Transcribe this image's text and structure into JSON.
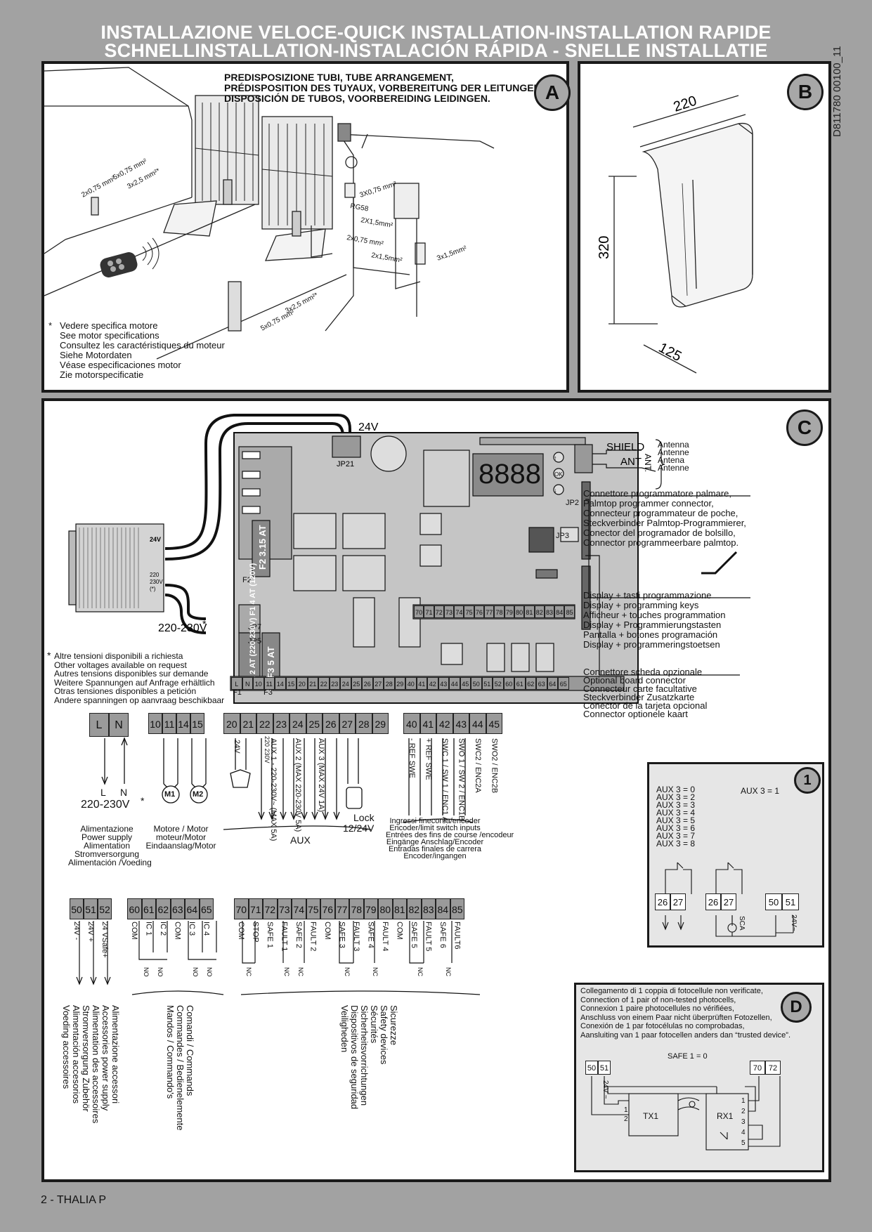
{
  "header": {
    "title_line1": "INSTALLAZIONE VELOCE-QUICK INSTALLATION-INSTALLATION RAPIDE",
    "title_line2": "SCHNELLINSTALLATION-INSTALACIÓN RÁPIDA - SNELLE INSTALLATIE",
    "doc_code": "D811780 00100_11"
  },
  "panel_a": {
    "badge": "A",
    "heading": [
      "PREDISPOSIZIONE TUBI, TUBE ARRANGEMENT,",
      "PRÉDISPOSITION DES TUYAUX, VORBEREITUNG DER LEITUNGEN,",
      "DISPOSICIÓN DE TUBOS, VOORBEREIDING LEIDINGEN."
    ],
    "cables": [
      "2x0,75 mm²",
      "5x0,75 mm²",
      "3x2,5 mm²*",
      "3X0,75 mm²",
      "RG58",
      "2X1,5mm²",
      "2x0,75 mm²",
      "2x1,5mm²",
      "3x1,5mm²",
      "3x2,5 mm²*",
      "5x0,75 mm²"
    ],
    "note_star": "*",
    "notes": [
      "Vedere specifica motore",
      "See motor specifications",
      "Consultez les caractéristiques du moteur",
      "Siehe Motordaten",
      "Véase especificaciones motor",
      "Zie motorspecificatie"
    ]
  },
  "panel_b": {
    "badge": "B",
    "dims": {
      "width": "220",
      "height": "320",
      "depth": "125"
    }
  },
  "panel_c": {
    "badge": "C",
    "voltage_24": "24V",
    "jp21": "JP21",
    "display": "8888",
    "shield": "SHIELD",
    "ant": "ANT",
    "ant_vert": "ANT.",
    "antenna": [
      "Antenna",
      "Antenne",
      "Antena",
      "Antenne"
    ],
    "palmtop": [
      "Connettore programmatore palmare,",
      "Palmtop programmer connector,",
      "Connecteur programmateur de poche,",
      "Steckverbinder Palmtop-Programmierer,",
      "Conector del programador de bolsillo,",
      "Connector programmeerbare palmtop."
    ],
    "display_keys": [
      "Display + tasti programmazione",
      "Display + programming keys",
      "Afficheur + touches programmation",
      "Display + Programmierungstasten",
      "Pantalla + botones programación",
      "Display + programmeringstoetsen"
    ],
    "optional": [
      "Connettore scheda opzionale",
      "Optional board connector",
      "Connecteur carte facultative",
      "Steckverbinder Zusatzkarte",
      "Conector de la tarjeta opcional",
      "Connector optionele kaart"
    ],
    "fuse_f2": "F2 3.15 AT",
    "fuse_f1": "F1 2 AT (220-230V) F1 4 AT (120V)",
    "fuse_f3": "F3 5 AT",
    "transformer_24v": "24V",
    "transformer_220": "220",
    "transformer_230": "230V",
    "transformer_star": "(*)",
    "mains": "220-230V",
    "star": "*",
    "other_voltages": [
      "Altre tensioni disponibili a richiesta",
      "Other voltages available on request",
      "Autres tensions disponibles sur demande",
      "Weitere Spannungen auf Anfrage erhältlich",
      "Otras tensiones disponibles a petición",
      "Andere spanningen op aanvraag beschikbaar"
    ],
    "board_terminals_top": [
      "70",
      "71",
      "72",
      "73",
      "74",
      "75",
      "76",
      "77",
      "78",
      "79",
      "80",
      "81",
      "82",
      "83",
      "84",
      "85"
    ],
    "board_terminals_bottom": [
      "L",
      "N",
      "10",
      "11",
      "14",
      "15",
      "20",
      "21",
      "22",
      "23",
      "24",
      "25",
      "26",
      "27",
      "28",
      "29",
      "40",
      "41",
      "42",
      "43",
      "44",
      "45",
      "50",
      "51",
      "52",
      "60",
      "61",
      "62",
      "63",
      "64",
      "65"
    ],
    "jp_labels": [
      "JP7",
      "JP5",
      "JP3",
      "JP2",
      "F1",
      "F2",
      "F3"
    ],
    "keys": [
      "↑",
      "OK",
      "↓"
    ]
  },
  "terminals": {
    "ln": [
      "L",
      "N"
    ],
    "motors": [
      "10",
      "11",
      "14",
      "15"
    ],
    "aux": [
      "20",
      "21",
      "22",
      "23",
      "24",
      "25",
      "26",
      "27",
      "28",
      "29"
    ],
    "switches": [
      "40",
      "41",
      "42",
      "43",
      "44",
      "45"
    ],
    "power": [
      "50",
      "51",
      "52"
    ],
    "commands": [
      "60",
      "61",
      "62",
      "63",
      "64",
      "65"
    ],
    "safety": [
      "70",
      "71",
      "72",
      "73",
      "74",
      "75",
      "76",
      "77",
      "78",
      "79",
      "80",
      "81",
      "82",
      "83",
      "84",
      "85"
    ]
  },
  "labels": {
    "l": "L",
    "n": "N",
    "mains": "220-230V",
    "m1": "M1",
    "m2": "M2",
    "alimentazione": [
      "Alimentazione",
      "Power supply",
      "Alimentation",
      "Stromversorgung",
      "Alimentación /Voeding"
    ],
    "motore": [
      "Motore / Motor",
      "moteur/Motor",
      "Eindaanslag/Motor"
    ],
    "aux_24": "24V",
    "aux_1": "AUX 1 - 220-230V~ (MAX 5A)",
    "aux_2": "AUX 2 (MAX 220-230V 5A)",
    "aux_3": "AUX 3 (MAX 24V 1A)",
    "aux_warn": "220 230V",
    "lock": "Lock",
    "lock_v": "12/24V",
    "aux": "AUX",
    "switch_labels": [
      "- REF SWE",
      "+ REF SWE",
      "SWC 1 / SW 1 / ENC1 A",
      "SWO 1 / SW 2 / ENC1B",
      "SWC2 / ENC2A",
      "SWO2 / ENC2B"
    ],
    "ingressi": [
      "Ingressi finecorsa/encoder",
      "Encoder/limit switch inputs",
      "Entrées des fins de course /encodeur",
      "Eingänge Anschlag/Encoder",
      "Entradas finales de carrera",
      "Encoder/ingangen"
    ],
    "power_labels": [
      "24V -",
      "24V +",
      "24 VSafe+"
    ],
    "command_labels": [
      "COM",
      "IC 1",
      "IC 2",
      "COM",
      "IC 3",
      "IC 4"
    ],
    "no": "NO",
    "nc": "NC",
    "safety_labels": [
      "COM",
      "STOP",
      "SAFE 1",
      "FAULT 1",
      "SAFE 2",
      "FAULT 2",
      "COM",
      "SAFE 3",
      "FAULT 3",
      "SAFE 4",
      "FAULT 4",
      "COM",
      "SAFE 5",
      "FAULT 5",
      "SAFE 6",
      "FAULT6"
    ],
    "alim_acc": [
      "Alimentazione accessori",
      "Accessories power supply",
      "Alimentation des accessoires",
      "Stromversorgung Zubehör",
      "Alimentación accesorios",
      "Voeding accessoires"
    ],
    "comandi": [
      "Comandi / Commands",
      "Commandes / Bedienelemente",
      "Mandos / Commando's"
    ],
    "sicurezze": [
      "Sicurezze",
      "Safety devices",
      "Sécurités",
      "Sicherheitsvorrichtungen",
      "Dispositivos de seguridad",
      "Veiligheden"
    ]
  },
  "panel_1": {
    "badge": "1",
    "aux3_list": [
      "AUX 3 = 0",
      "AUX 3 = 2",
      "AUX 3 = 3",
      "AUX 3 = 4",
      "AUX 3 = 5",
      "AUX 3 = 6",
      "AUX 3 = 7",
      "AUX 3 = 8"
    ],
    "aux3_1": "AUX 3 = 1",
    "terms_left": [
      "26",
      "27"
    ],
    "terms_right": [
      "26",
      "27"
    ],
    "terms_power": [
      "50",
      "51"
    ],
    "sca": "SCA",
    "v24": "24V~"
  },
  "panel_d": {
    "badge": "D",
    "text": [
      "Collegamento di 1 coppia di fotocellule non verificate,",
      "Connection of 1 pair of non-tested photocells,",
      "Connexion 1 paire photocellules no vérifiées,",
      "Anschluss von einem Paar nicht überprüften Fotozellen,",
      "Conexión de 1 par fotocélulas no comprobadas,",
      "Aansluiting van 1 paar fotocellen anders dan “trusted device”."
    ],
    "safe": "SAFE 1 = 0",
    "terms_left": [
      "50",
      "51"
    ],
    "terms_right": [
      "70",
      "72"
    ],
    "v24": "24V ~",
    "tx": "TX1",
    "rx": "RX1",
    "tx_pins": [
      "1",
      "2"
    ],
    "rx_pins": [
      "1",
      "2",
      "3",
      "4",
      "5"
    ]
  },
  "footer": {
    "page": "2",
    "sep": "-",
    "model": "THALIA P"
  }
}
